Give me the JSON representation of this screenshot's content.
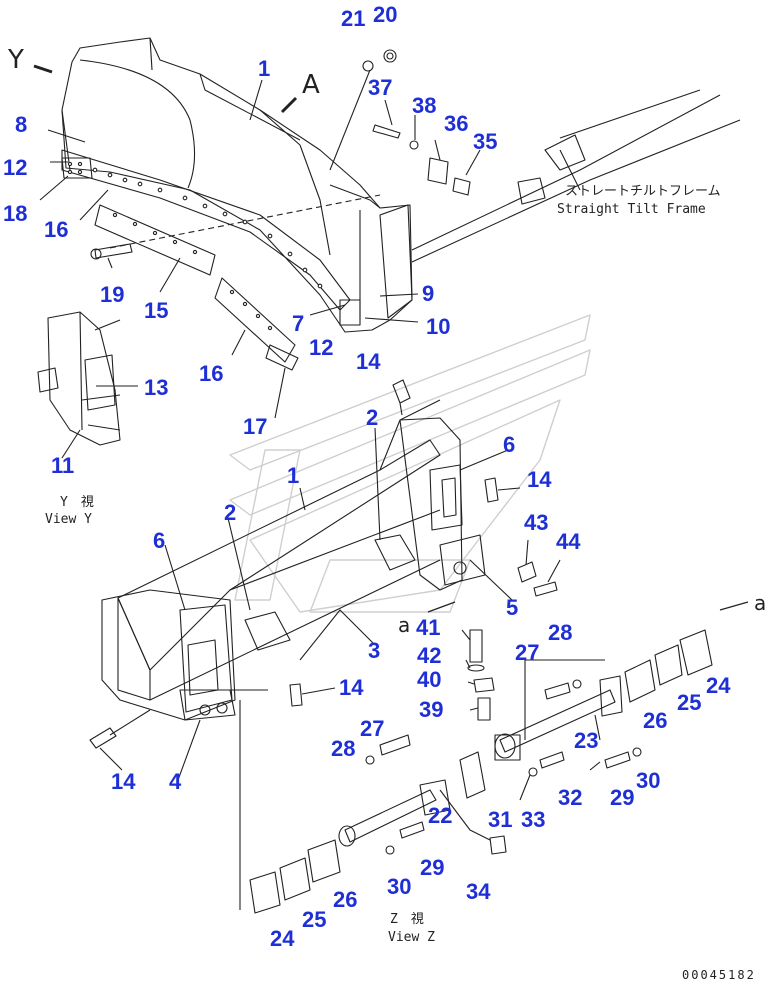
{
  "colors": {
    "callout": "#1f2fd6",
    "line": "#222222",
    "watermark": "#cfcfcf"
  },
  "view_letters": {
    "y": "Y",
    "a": "A",
    "a_small_left": "a",
    "a_small_right": "a"
  },
  "notes": {
    "frame_jp": "ストレートチルトフレーム",
    "frame_en": "Straight Tilt Frame",
    "view_y_jp": "Y　視",
    "view_y_en": "View Y",
    "view_z_jp": "Z　視",
    "view_z_en": "View Z"
  },
  "doc_number": "00045182",
  "callouts": [
    {
      "id": "c1",
      "text": "1"
    },
    {
      "id": "c2",
      "text": "20"
    },
    {
      "id": "c3",
      "text": "21"
    },
    {
      "id": "c4",
      "text": "37"
    },
    {
      "id": "c5",
      "text": "38"
    },
    {
      "id": "c6",
      "text": "36"
    },
    {
      "id": "c7",
      "text": "35"
    },
    {
      "id": "c8",
      "text": "8"
    },
    {
      "id": "c9",
      "text": "12"
    },
    {
      "id": "c10",
      "text": "18"
    },
    {
      "id": "c11",
      "text": "16"
    },
    {
      "id": "c12",
      "text": "19"
    },
    {
      "id": "c13",
      "text": "15"
    },
    {
      "id": "c14",
      "text": "9"
    },
    {
      "id": "c15",
      "text": "7"
    },
    {
      "id": "c16",
      "text": "10"
    },
    {
      "id": "c17",
      "text": "12"
    },
    {
      "id": "c18",
      "text": "16"
    },
    {
      "id": "c19",
      "text": "17"
    },
    {
      "id": "c20",
      "text": "13"
    },
    {
      "id": "c21",
      "text": "11"
    },
    {
      "id": "c22",
      "text": "14"
    },
    {
      "id": "c23",
      "text": "2"
    },
    {
      "id": "c24",
      "text": "6"
    },
    {
      "id": "c25",
      "text": "14"
    },
    {
      "id": "c26",
      "text": "1"
    },
    {
      "id": "c27",
      "text": "43"
    },
    {
      "id": "c28",
      "text": "44"
    },
    {
      "id": "c29",
      "text": "2"
    },
    {
      "id": "c30",
      "text": "6"
    },
    {
      "id": "c31",
      "text": "5"
    },
    {
      "id": "c32",
      "text": "41"
    },
    {
      "id": "c33",
      "text": "28"
    },
    {
      "id": "c34",
      "text": "27"
    },
    {
      "id": "c35",
      "text": "3"
    },
    {
      "id": "c36",
      "text": "42"
    },
    {
      "id": "c37",
      "text": "40"
    },
    {
      "id": "c38",
      "text": "14"
    },
    {
      "id": "c39",
      "text": "39"
    },
    {
      "id": "c40",
      "text": "24"
    },
    {
      "id": "c41",
      "text": "25"
    },
    {
      "id": "c42",
      "text": "26"
    },
    {
      "id": "c43",
      "text": "23"
    },
    {
      "id": "c44",
      "text": "28"
    },
    {
      "id": "c45",
      "text": "27"
    },
    {
      "id": "c46",
      "text": "14"
    },
    {
      "id": "c47",
      "text": "4"
    },
    {
      "id": "c48",
      "text": "32"
    },
    {
      "id": "c49",
      "text": "29"
    },
    {
      "id": "c50",
      "text": "30"
    },
    {
      "id": "c51",
      "text": "31"
    },
    {
      "id": "c52",
      "text": "33"
    },
    {
      "id": "c53",
      "text": "22"
    },
    {
      "id": "c54",
      "text": "29"
    },
    {
      "id": "c55",
      "text": "30"
    },
    {
      "id": "c56",
      "text": "34"
    },
    {
      "id": "c57",
      "text": "26"
    },
    {
      "id": "c58",
      "text": "25"
    },
    {
      "id": "c59",
      "text": "24"
    }
  ]
}
